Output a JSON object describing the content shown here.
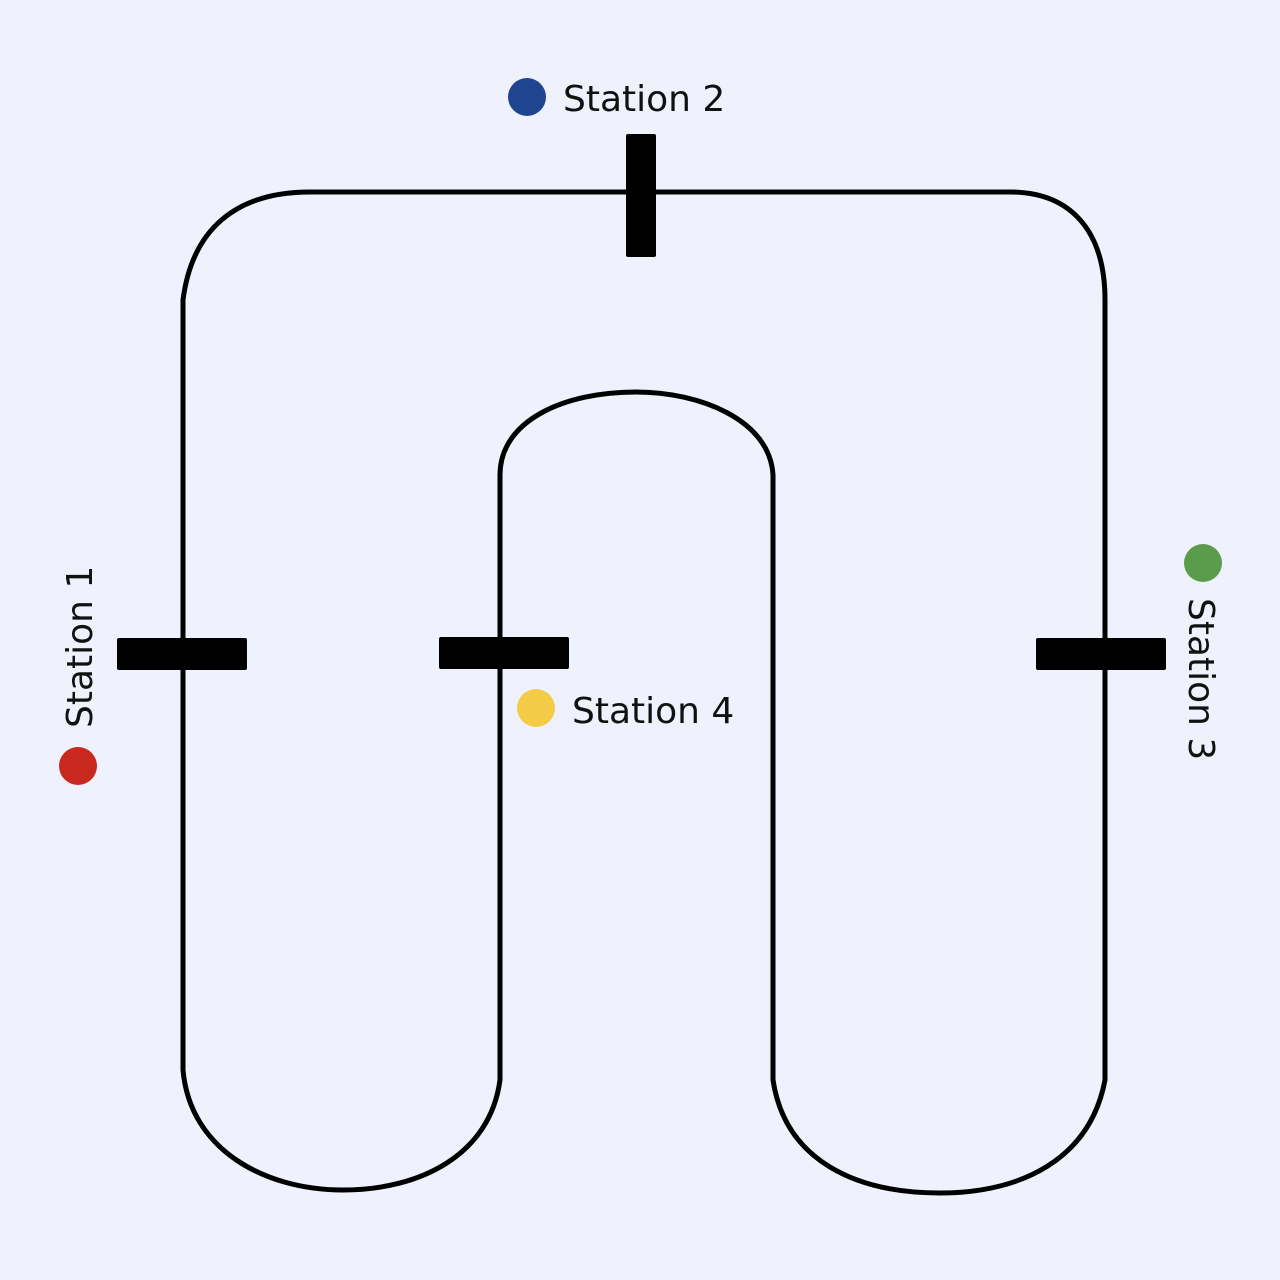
{
  "diagram": {
    "background": "#eff2fc",
    "track_color": "#000000",
    "stations": [
      {
        "id": "station-1",
        "label": "Station 1",
        "color": "#c8281e"
      },
      {
        "id": "station-2",
        "label": "Station 2",
        "color": "#1f4590"
      },
      {
        "id": "station-3",
        "label": "Station 3",
        "color": "#5b9c4c"
      },
      {
        "id": "station-4",
        "label": "Station 4",
        "color": "#f4cb46"
      }
    ]
  }
}
